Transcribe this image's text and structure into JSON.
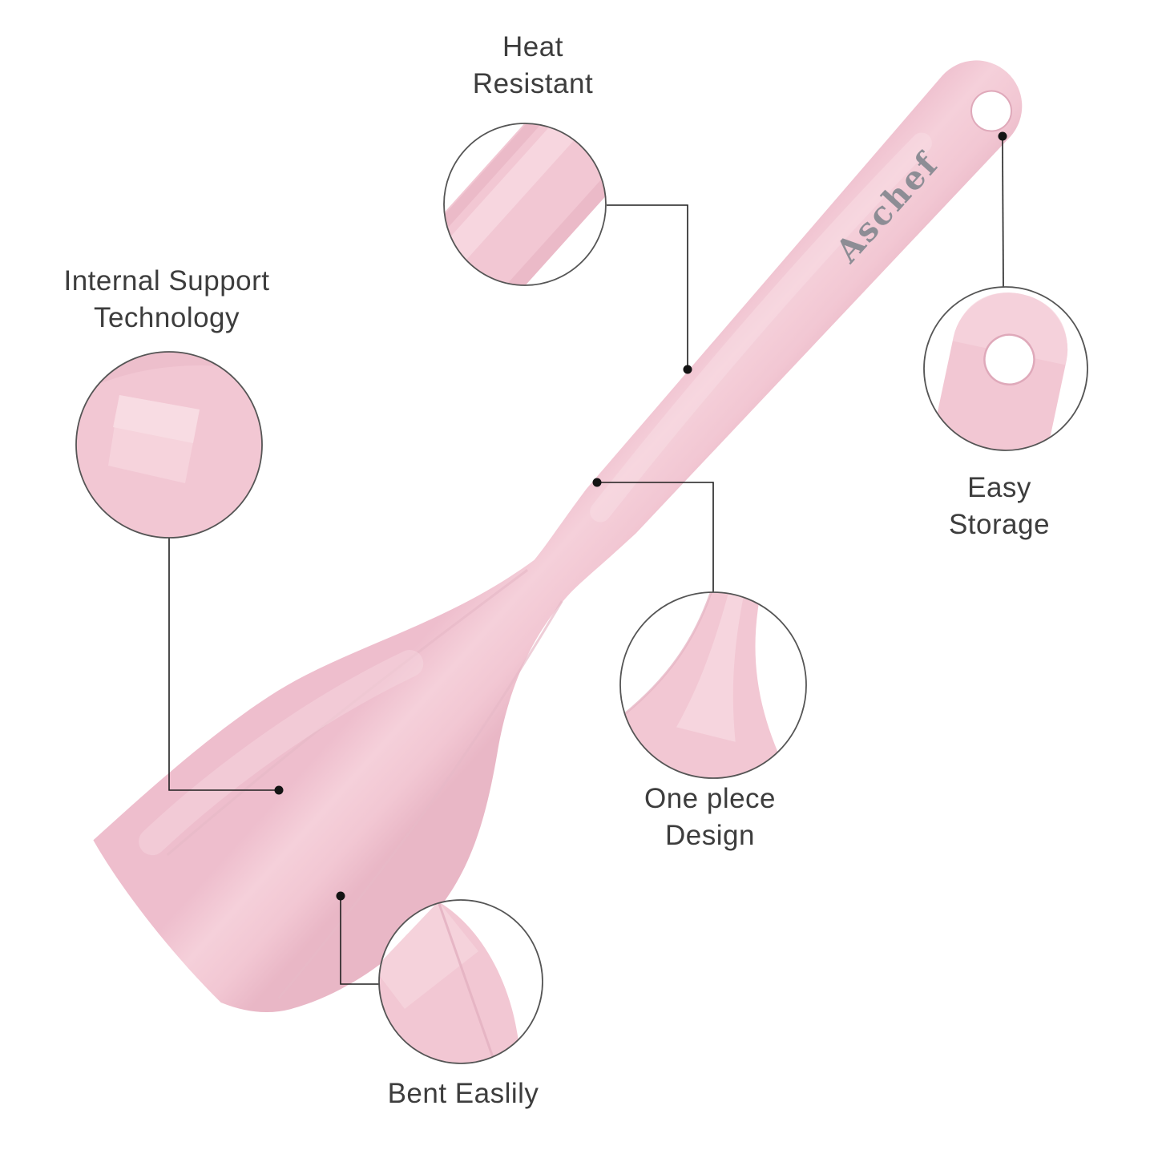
{
  "product": {
    "brand": "Aschef",
    "item": "silicone spatula"
  },
  "colors": {
    "spatula_pink": "#f2c7d3",
    "spatula_pink_light": "#f7d8e0",
    "spatula_pink_shade": "#e9b7c6",
    "leader_line": "#1f1f1f",
    "label_text": "#3d3d3d",
    "circle_stroke": "#555555",
    "brand_text": "#8d8d95",
    "background": "#ffffff"
  },
  "callouts": [
    {
      "id": "heat-resistant",
      "label": "Heat\nResistant"
    },
    {
      "id": "internal-support",
      "label": "Internal Support\nTechnology"
    },
    {
      "id": "easy-storage",
      "label": "Easy\nStorage"
    },
    {
      "id": "one-piece",
      "label": "One plece\nDesign"
    },
    {
      "id": "bent-easily",
      "label": "Bent Easlily"
    }
  ]
}
